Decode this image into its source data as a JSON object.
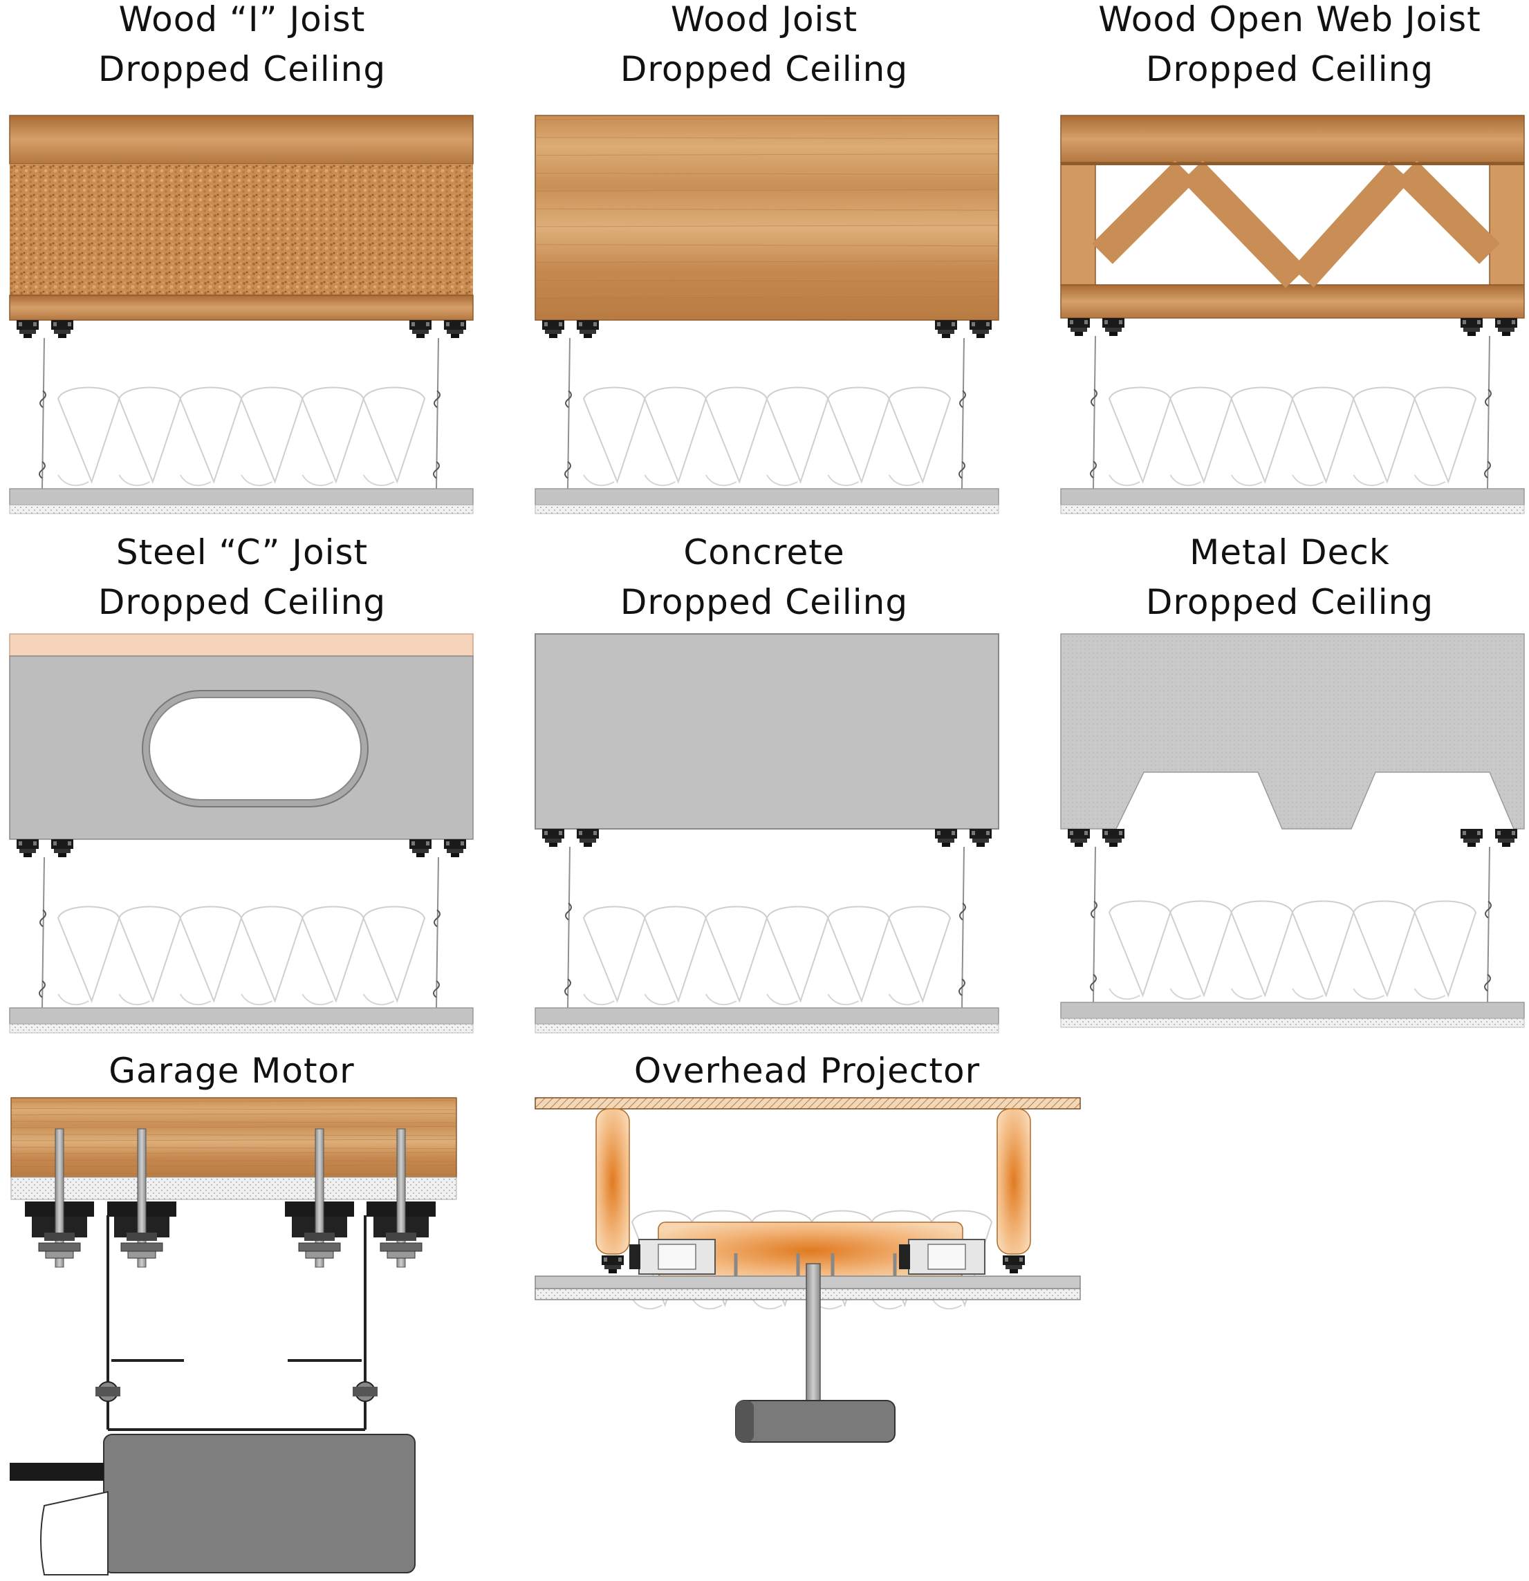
{
  "panels": [
    {
      "id": "wood-i-joist",
      "title_line1": "Wood “I” Joist",
      "title_line2": "Dropped Ceiling"
    },
    {
      "id": "wood-joist",
      "title_line1": "Wood Joist",
      "title_line2": "Dropped Ceiling"
    },
    {
      "id": "wood-open-web-joist",
      "title_line1": "Wood Open Web Joist",
      "title_line2": "Dropped Ceiling"
    },
    {
      "id": "steel-c-joist",
      "title_line1": "Steel “C” Joist",
      "title_line2": "Dropped Ceiling"
    },
    {
      "id": "concrete",
      "title_line1": "Concrete",
      "title_line2": "Dropped Ceiling"
    },
    {
      "id": "metal-deck",
      "title_line1": "Metal Deck",
      "title_line2": "Dropped Ceiling"
    },
    {
      "id": "garage-motor",
      "title_line1": "Garage Motor"
    },
    {
      "id": "overhead-projector",
      "title_line1": "Overhead Projector"
    }
  ],
  "colors": {
    "wood_light": "#d9a56c",
    "wood_dark": "#b8773d",
    "osb": "#c98d52",
    "steel_gray": "#bdbdbd",
    "concrete_gray": "#c0c0c0",
    "metal_deck_gray": "#c8c8c8",
    "ceiling_panel": "#c4c4c4",
    "motor_gray": "#7e7e7e",
    "bracket_black": "#1a1a1a"
  }
}
